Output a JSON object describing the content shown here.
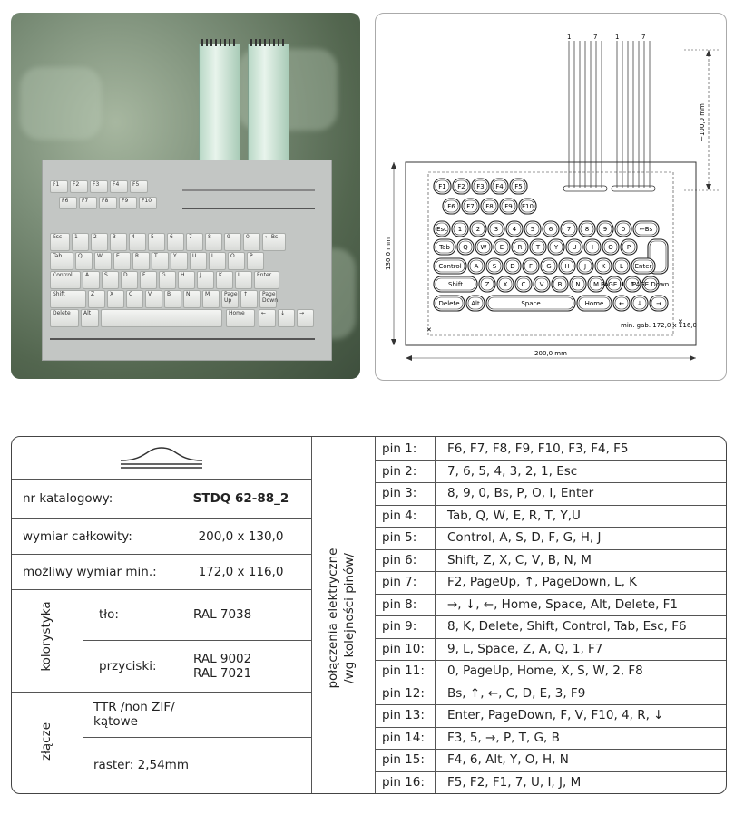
{
  "photo": {
    "fkeys_row1": [
      "F1",
      "F2",
      "F3",
      "F4",
      "F5"
    ],
    "fkeys_row2": [
      "F6",
      "F7",
      "F8",
      "F9",
      "F10"
    ],
    "row1": [
      "Esc",
      "1",
      "2",
      "3",
      "4",
      "5",
      "6",
      "7",
      "8",
      "9",
      "0",
      "← Bs"
    ],
    "row2": [
      "Tab",
      "Q",
      "W",
      "E",
      "R",
      "T",
      "Y",
      "U",
      "I",
      "O",
      "P"
    ],
    "row3": [
      "Control",
      "A",
      "S",
      "D",
      "F",
      "G",
      "H",
      "J",
      "K",
      "L",
      "Enter"
    ],
    "row4": [
      "Shift",
      "Z",
      "X",
      "C",
      "V",
      "B",
      "N",
      "M",
      "Page Up",
      "↑",
      "Page Down"
    ],
    "row5": [
      "Delete",
      "Alt",
      "Home",
      "←",
      "↓",
      "→"
    ]
  },
  "drawing": {
    "pin_marks": [
      "1",
      "7",
      "1",
      "7"
    ],
    "dim_height_ribbon": "~100,0 mm",
    "dim_height": "130,0 mm",
    "dim_width": "200,0 mm",
    "min_size_note": "min. gab. 172,0 x 116,0",
    "keys_f": [
      "F1",
      "F2",
      "F3",
      "F4",
      "F5",
      "F6",
      "F7",
      "F8",
      "F9",
      "F10"
    ],
    "keys_r1": [
      "Esc",
      "1",
      "2",
      "3",
      "4",
      "5",
      "6",
      "7",
      "8",
      "9",
      "0",
      "←Bs"
    ],
    "keys_r2": [
      "Tab",
      "Q",
      "W",
      "E",
      "R",
      "T",
      "Y",
      "U",
      "I",
      "O",
      "P"
    ],
    "keys_r3": [
      "Control",
      "A",
      "S",
      "D",
      "F",
      "G",
      "H",
      "J",
      "K",
      "L",
      "Enter"
    ],
    "keys_r4": [
      "Shift",
      "Z",
      "X",
      "C",
      "V",
      "B",
      "N",
      "M",
      "PAGE Up",
      "↑",
      "PAGE Down"
    ],
    "keys_r5": [
      "Delete",
      "Alt",
      "Space",
      "Home",
      "←",
      "↓",
      "→"
    ]
  },
  "spec": {
    "catalog_label": "nr katalogowy:",
    "catalog_value": "STDQ 62-88_2",
    "total_size_label": "wymiar całkowity:",
    "total_size_value": "200,0 x 130,0",
    "min_size_label": "możliwy wymiar min.:",
    "min_size_value": "172,0 x 116,0",
    "colors_label": "kolorystyka",
    "bg_label": "tło:",
    "bg_value": "RAL 7038",
    "buttons_label": "przyciski:",
    "buttons_value_1": "RAL 9002",
    "buttons_value_2": "RAL 7021",
    "connector_label": "złącze",
    "connector_type_1": "TTR /non ZIF/",
    "connector_type_2": "kątowe",
    "raster": "raster: 2,54mm",
    "connections_label_1": "połączenia elektryczne",
    "connections_label_2": "/wg kolejności pinów/"
  },
  "pins": [
    {
      "label": "pin 1:",
      "value": "F6, F7, F8, F9, F10, F3, F4, F5"
    },
    {
      "label": "pin 2:",
      "value": "7, 6, 5, 4, 3, 2, 1, Esc"
    },
    {
      "label": "pin 3:",
      "value": "8, 9, 0, Bs, P, O, I, Enter"
    },
    {
      "label": "pin 4:",
      "value": "Tab, Q, W, E, R, T, Y,U"
    },
    {
      "label": "pin 5:",
      "value": "Control, A, S, D, F, G, H, J"
    },
    {
      "label": "pin 6:",
      "value": "Shift, Z, X, C, V, B, N, M"
    },
    {
      "label": "pin 7:",
      "value": "F2, PageUp, ↑, PageDown, L, K"
    },
    {
      "label": "pin 8:",
      "value": "→, ↓, ←, Home, Space, Alt, Delete, F1"
    },
    {
      "label": "pin 9:",
      "value": "8, K, Delete, Shift, Control, Tab, Esc, F6"
    },
    {
      "label": "pin 10:",
      "value": "9, L, Space, Z, A, Q, 1, F7"
    },
    {
      "label": "pin 11:",
      "value": "0, PageUp, Home, X, S, W, 2, F8"
    },
    {
      "label": "pin 12:",
      "value": "Bs, ↑, ←, C, D, E, 3, F9"
    },
    {
      "label": "pin 13:",
      "value": "Enter, PageDown, F, V, F10, 4, R, ↓"
    },
    {
      "label": "pin 14:",
      "value": "F3, 5, →, P, T, G, B"
    },
    {
      "label": "pin 15:",
      "value": "F4, 6, Alt, Y, O, H, N"
    },
    {
      "label": "pin 16:",
      "value": "F5, F2, F1, 7, U, I, J, M"
    }
  ]
}
